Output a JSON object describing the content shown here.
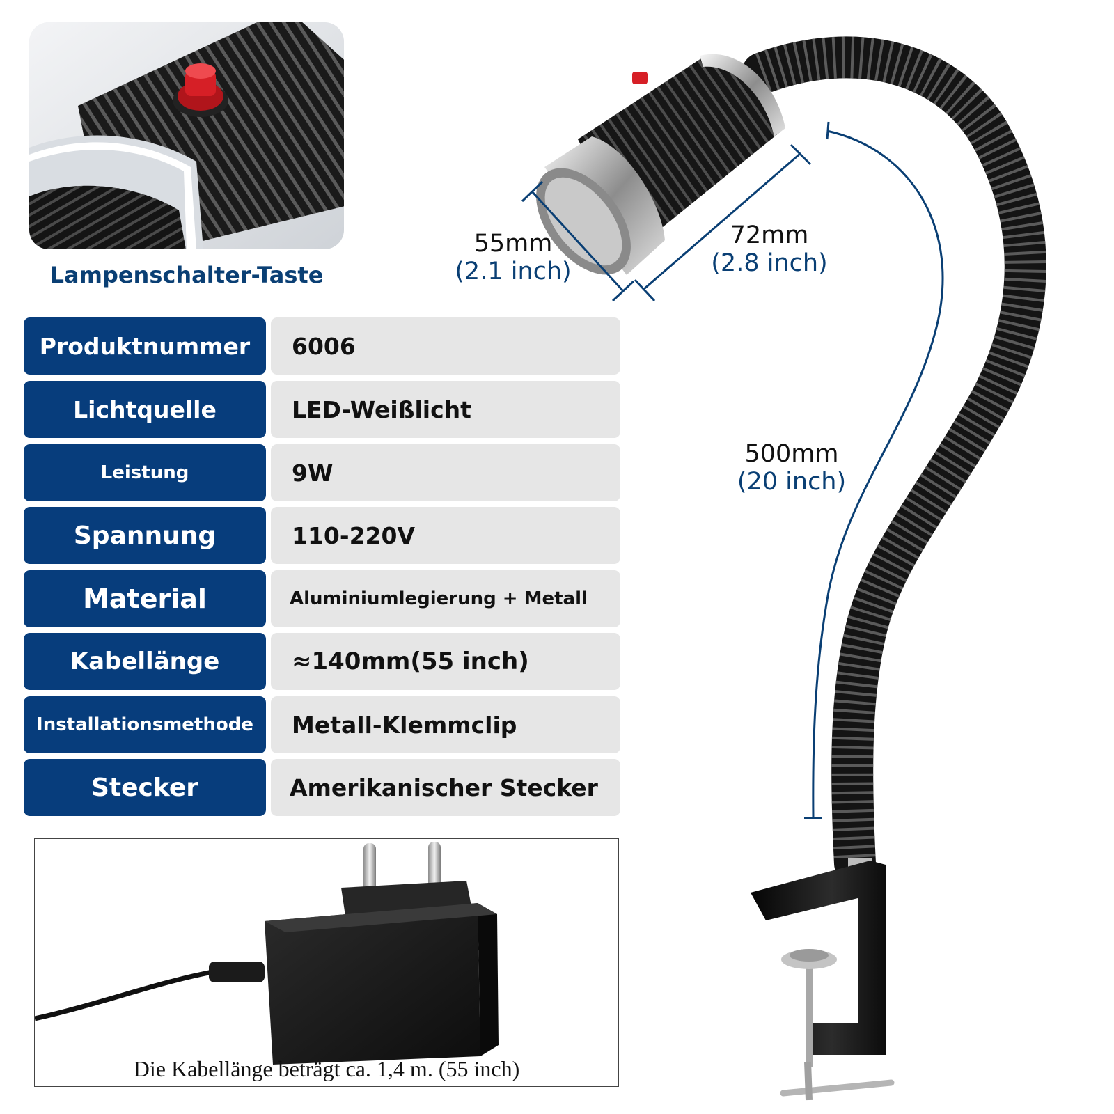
{
  "switch_section": {
    "caption": "Lampenschalter-Taste"
  },
  "specs": [
    {
      "label": "Produktnummer",
      "value": "6006"
    },
    {
      "label": "Lichtquelle",
      "value": "LED-Weißlicht"
    },
    {
      "label": "Leistung",
      "value": "9W"
    },
    {
      "label": "Spannung",
      "value": "110-220V"
    },
    {
      "label": "Material",
      "value": "Aluminiumlegierung + Metall"
    },
    {
      "label": "Kabellänge",
      "value": "≈140mm(55 inch)"
    },
    {
      "label": "Installationsmethode",
      "value": "Metall-Klemmclip"
    },
    {
      "label": "Stecker",
      "value": "Amerikanischer Stecker"
    }
  ],
  "plug_section": {
    "caption": "Die Kabellänge beträgt ca. 1,4 m. (55 inch)"
  },
  "dimensions": {
    "diameter": {
      "mm": "55mm",
      "inch": "(2.1 inch)"
    },
    "head_length": {
      "mm": "72mm",
      "inch": "(2.8 inch)"
    },
    "arm_length": {
      "mm": "500mm",
      "inch": "(20 inch)"
    }
  },
  "colors": {
    "brand_blue": "#073d7c",
    "value_gray": "#e6e6e6",
    "switch_red": "#d61f26"
  }
}
